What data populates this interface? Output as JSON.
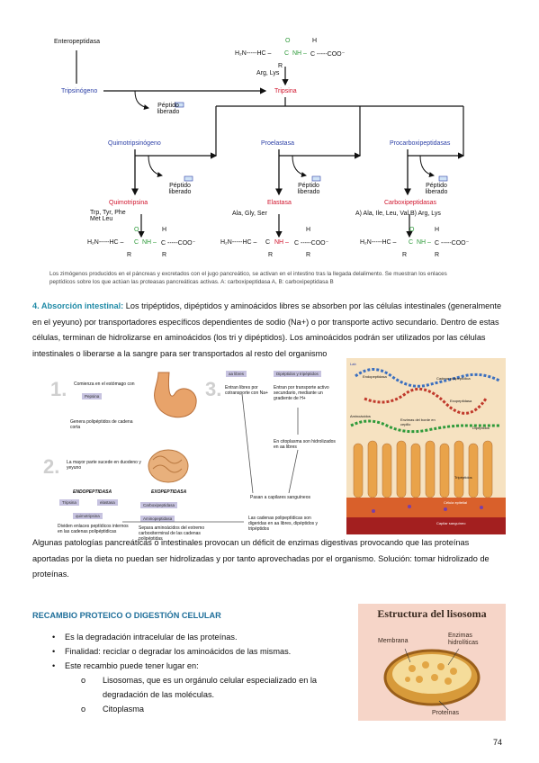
{
  "diagram": {
    "enteropeptidasa": "Enteropeptidasa",
    "tripsinogeno": "Tripsinógeno",
    "tripsina": "Tripsina",
    "peptido_liberado": "Péptido liberado",
    "tripsina_residues": "Arg, Lys",
    "quimotripsinogeno": "Quimotripsinógeno",
    "proelastasa": "Proelastasa",
    "procarboxipeptidasas": "Procarboxipeptidasas",
    "quimotripsina": "Quimotripsina",
    "elastasa": "Elastasa",
    "carboxipeptidasas": "Carboxipeptidasas",
    "quimo_residues": "Trp, Tyr, Phe Met Leu",
    "elastasa_residues": "Ala, Gly, Ser",
    "carboxi_residues": "A) Ala, Ile, Leu, Val B) Arg, Lys",
    "bond_left": "H₂N-----HC –",
    "bond_c": "C",
    "bond_nh": "NH –",
    "bond_right": "C -----COO⁻",
    "bond_o": "O",
    "bond_h": "H",
    "bond_r": "R",
    "caption": "Los zimógenos producidos en el páncreas y excretados con el jugo pancreático, se activan en el intestino tras la llegada delalimento. Se muestran los enlaces peptídicos sobre los que actúan las proteasas pancreáticas activas. A: carboxipeptidasa A, B: carboxipeptidasa B"
  },
  "section4": {
    "label": "4. Absorción intestinal:",
    "text": " Los tripéptidos, dipéptidos y aminoácidos libres se absorben por las células intestinales (generalmente en el yeyuno) por transportadores específicos dependientes de sodio (Na+) o por transporte activo secundario. Dentro de estas células, terminan de hidrolizarse en aminoácidos (los tri y dipéptidos). Los aminoácidos podrán ser utilizados por las células intestinales o liberarse a la sangre para ser transportados al resto del organismo"
  },
  "figure_steps": {
    "n1": "1.",
    "s1": "Comienza en el estómago con",
    "pepsina": "Pepsina",
    "s1b": "Genera polipéptidos de cadena corta",
    "n2": "2.",
    "s2": "La mayor parte sucede en duodeno y yeyuno",
    "endo": "ENDOPEPTIDASA",
    "exo": "EXOPEPTIDASA",
    "tripsina": "Tripsina",
    "elastasa": "elastasa",
    "quimotripsina": "quimotripsina",
    "carboxi": "Carboxipeptidasa",
    "amino": "Aminopeptidasa",
    "divide": "Dividen enlaces peptídicos internos en las cadenas polipéptidicas",
    "separa": "Separa aminoácidos del extremo carboxiterminal de las cadenas polipéptidas",
    "result": "Las cadenas polipeptídicas son digeridas en aa libres, dipéptidos y tripéptidos",
    "n3": "3.",
    "aa_libres": "aa libres",
    "di_tri": "Dipéptidos y tripéptidos",
    "entran1": "Entran libres por cotransporte con Na+",
    "entran2": "Entran por transporte activo secundario, mediante un gradiente de H+",
    "citoplasma": "En citoplasma son hidrolizados en aa libres",
    "capilares": "Pasan a capilares sanguíneos"
  },
  "figure_intestine": {
    "endopept": "Endopeptidasa",
    "cadena": "Cadena polipeptídica",
    "exopept": "Exopeptidasa",
    "aminoacidos": "Aminoácidos",
    "enzimas": "Enzimas del borde en cepillo",
    "dipeptidos": "Dipéptidos",
    "tripeptidos": "Tripéptidos",
    "epitelio": "Célula epitelial",
    "capilar": "Capilar sanguíneo",
    "lab": "Lab"
  },
  "para2": "Algunas patologías pancreáticas o intestinales provocan un déficit de enzimas digestivas provocando que las proteínas aportadas por la dieta no puedan ser hidrolizadas y por tanto aprovechadas por el organismo. Solución: tomar hidrolizado de proteínas.",
  "heading": "RECAMBIO PROTEICO O DIGESTIÓN CELULAR",
  "bullets": [
    "Es la degradación intracelular de las proteínas.",
    "Finalidad: reciclar o degradar los aminoácidos de las mismas.",
    "Este recambio puede tener lugar en:"
  ],
  "subbullets": [
    "Lisosomas, que es un orgánulo celular especializado en la degradación de las moléculas.",
    "Citoplasma"
  ],
  "bullet_char": "•",
  "subbullet_char": "o",
  "lisosoma": {
    "title": "Estructura del lisosoma",
    "membrana": "Membrana",
    "enzimas": "Enzimas hidrolíticas",
    "proteinas": "Proteínas"
  },
  "page_number": "74"
}
